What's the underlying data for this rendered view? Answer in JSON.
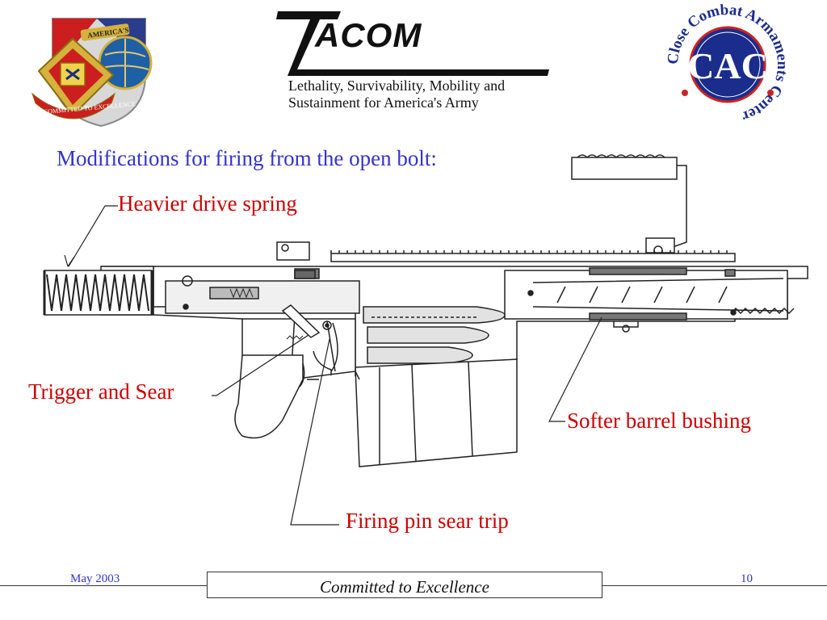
{
  "header": {
    "logo_title": "ACOM",
    "tagline_line1": "Lethality, Survivability, Mobility and",
    "tagline_line2": "Sustainment for America's Army",
    "left_emblem_motto": "COMMITTED TO EXCELLENCE",
    "left_emblem_banner": "AMERICA'S",
    "right_seal_text": "Close Combat Armaments Center",
    "right_seal_letters": "CAC"
  },
  "slide": {
    "heading": "Modifications for firing from the open bolt:",
    "callouts": {
      "drive_spring": "Heavier drive spring",
      "trigger_sear": "Trigger and Sear",
      "barrel_bushing": "Softer barrel bushing",
      "firing_pin": "Firing pin sear trip"
    }
  },
  "footer": {
    "date": "May 2003",
    "motto": "Committed to Excellence",
    "page_number": "10"
  },
  "colors": {
    "heading": "#3333cc",
    "callout": "#cc0000",
    "seal_blue": "#1a2c8c",
    "seal_red": "#cc2222"
  }
}
